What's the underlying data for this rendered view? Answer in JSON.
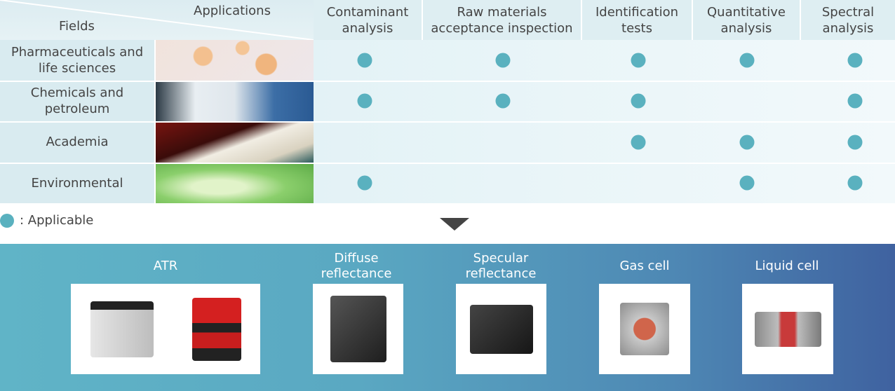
{
  "header": {
    "fields_label": "Fields",
    "applications_label": "Applications",
    "columns": [
      "Contaminant analysis",
      "Raw materials acceptance inspection",
      "Identification tests",
      "Quantitative analysis",
      "Spectral analysis"
    ]
  },
  "rows": [
    {
      "field": "Pharmaceuticals and life sciences",
      "image": "capsules-photo",
      "applicable": [
        true,
        true,
        true,
        true,
        true
      ]
    },
    {
      "field": "Chemicals and petroleum",
      "image": "industrial-plant-photo",
      "applicable": [
        true,
        true,
        true,
        false,
        true
      ]
    },
    {
      "field": "Academia",
      "image": "open-book-photo",
      "applicable": [
        false,
        false,
        true,
        true,
        true
      ]
    },
    {
      "field": "Environmental",
      "image": "green-water-leaf-photo",
      "applicable": [
        true,
        false,
        false,
        true,
        true
      ]
    }
  ],
  "legend": {
    "label": ": Applicable"
  },
  "accessories": [
    {
      "title": "ATR",
      "image": "atr-accessories-photo"
    },
    {
      "title": "Diffuse reflectance",
      "image": "diffuse-reflectance-photo"
    },
    {
      "title": "Specular reflectance",
      "image": "specular-reflectance-photo"
    },
    {
      "title": "Gas cell",
      "image": "gas-cell-photo"
    },
    {
      "title": "Liquid cell",
      "image": "liquid-cell-photo"
    }
  ],
  "colors": {
    "dot": "#5ab1bf",
    "band_left": "#60b4c7",
    "band_right": "#3f62a0"
  }
}
